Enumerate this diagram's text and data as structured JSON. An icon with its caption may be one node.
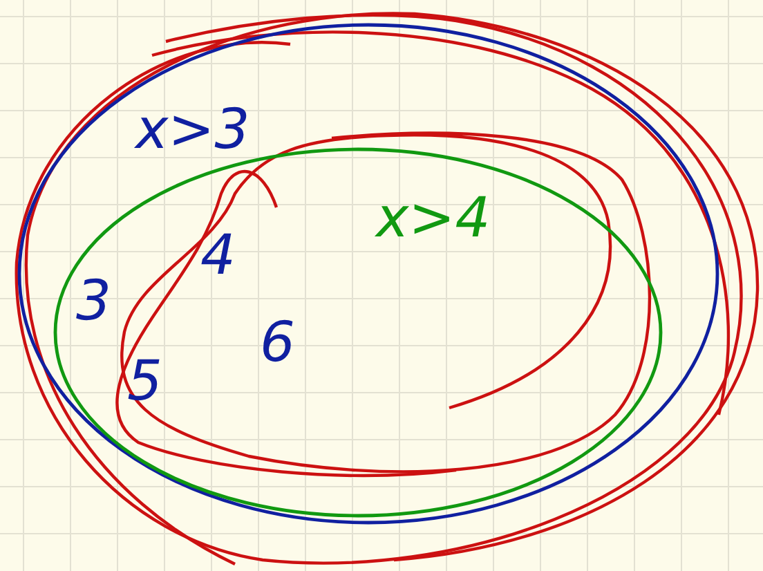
{
  "diagram": {
    "nodes": [
      {
        "text": [
          "x>3"
        ]
      },
      {
        "text": [
          "x>4"
        ],
        "in": 0
      }
    ],
    "labels": [
      "3",
      "4",
      "5",
      "6"
    ]
  }
}
